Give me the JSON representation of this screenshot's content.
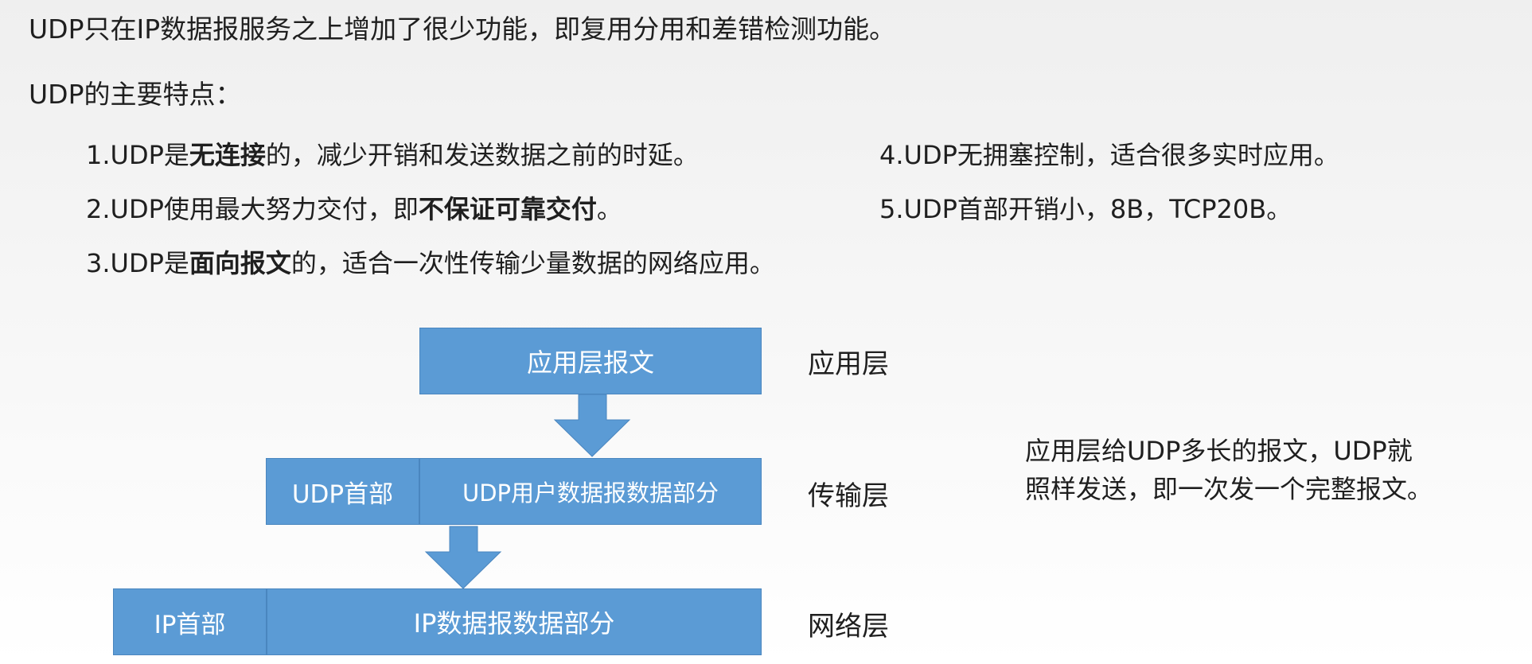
{
  "intro": {
    "line1": "UDP只在IP数据报服务之上增加了很少功能，即复用分用和差错检测功能。",
    "line2": "UDP的主要特点："
  },
  "features": {
    "f1": {
      "pre": "1.UDP是",
      "bold": "无连接",
      "post": "的，减少开销和发送数据之前的时延。"
    },
    "f2": {
      "pre": "2.UDP使用最大努力交付，即",
      "bold": "不保证可靠交付",
      "post": "。"
    },
    "f3": {
      "pre": "3.UDP是",
      "bold": "面向报文",
      "post": "的，适合一次性传输少量数据的网络应用。"
    },
    "f4": "4.UDP无拥塞控制，适合很多实时应用。",
    "f5": "5.UDP首部开销小，8B，TCP20B。"
  },
  "diagram": {
    "app_message": "应用层报文",
    "udp_header": "UDP首部",
    "udp_data": "UDP用户数据报数据部分",
    "ip_header": "IP首部",
    "ip_data": "IP数据报数据部分",
    "layers": {
      "application": "应用层",
      "transport": "传输层",
      "network": "网络层"
    },
    "box_color": "#5b9bd5"
  },
  "note": {
    "line1": "应用层给UDP多长的报文，UDP就",
    "line2": "照样发送，即一次发一个完整报文。"
  }
}
